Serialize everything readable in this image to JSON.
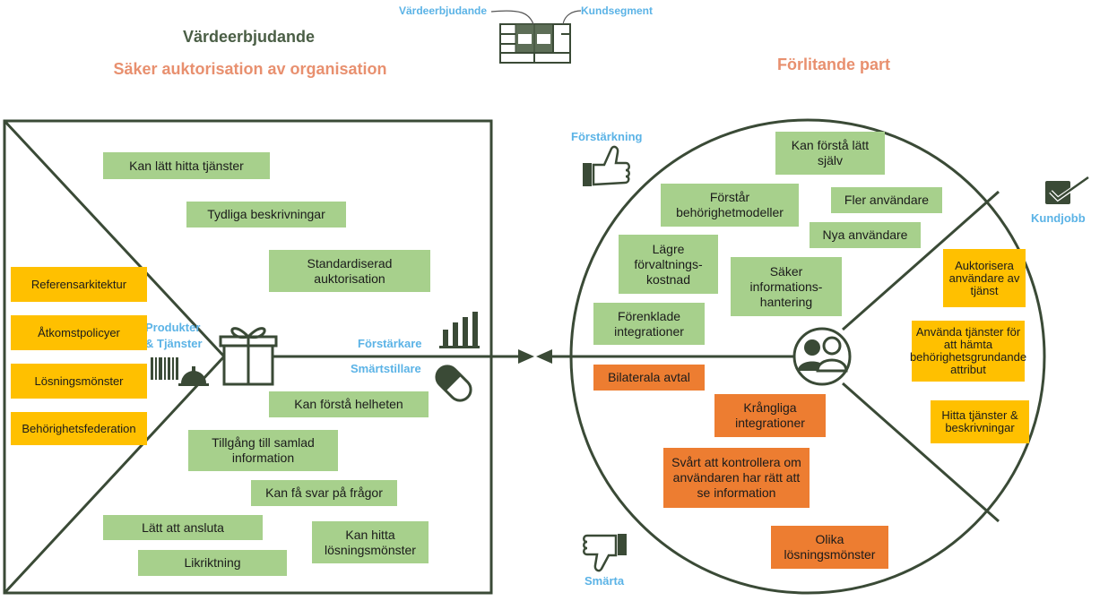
{
  "header": {
    "value_proposition_title": "Värdeerbjudande",
    "value_proposition_subtitle": "Säker auktorisation av organisation",
    "customer_segment_title": "Förlitande part",
    "canvas_icon_label_left": "Värdeerbjudande",
    "canvas_icon_label_right": "Kundsegment"
  },
  "value_map": {
    "products_label_line1": "Produkter",
    "products_label_line2": "& Tjänster",
    "gain_creators_label": "Förstärkare",
    "pain_relievers_label": "Smärtstillare",
    "gain_creators": [
      "Kan lätt hitta tjänster",
      "Tydliga beskrivningar",
      "Standardiserad auktorisation"
    ],
    "products": [
      "Referensarkitektur",
      "Åtkomstpolicyer",
      "Lösningsmönster",
      "Behörighetsfederation"
    ],
    "pain_relievers": [
      "Kan förstå helheten",
      "Tillgång till samlad information",
      "Kan få svar på frågor",
      "Lätt att ansluta",
      "Kan hitta lösningsmönster",
      "Likriktning"
    ]
  },
  "customer_profile": {
    "gains_label": "Förstärkning",
    "pains_label": "Smärta",
    "jobs_label": "Kundjobb",
    "gains": [
      "Kan förstå lätt själv",
      "Förstår behörighetmodeller",
      "Fler användare",
      "Nya användare",
      "Lägre förvaltnings-kostnad",
      "Säker informations-hantering",
      "Förenklade integrationer"
    ],
    "pains": [
      "Bilaterala avtal",
      "Krångliga integrationer",
      "Svårt att kontrollera om användaren har rätt att se information",
      "Olika lösningsmönster"
    ],
    "jobs": [
      "Auktorisera användare av tjänst",
      "Använda tjänster för att hämta behörighetsgrundande attribut",
      "Hitta tjänster & beskrivningar"
    ]
  },
  "colors": {
    "dark_green": "#3a4a36",
    "note_green": "#a7d08c",
    "note_yellow": "#ffc000",
    "note_orange": "#ed7d31",
    "label_blue": "#5bb3e6",
    "title_orange": "#e8906f"
  }
}
